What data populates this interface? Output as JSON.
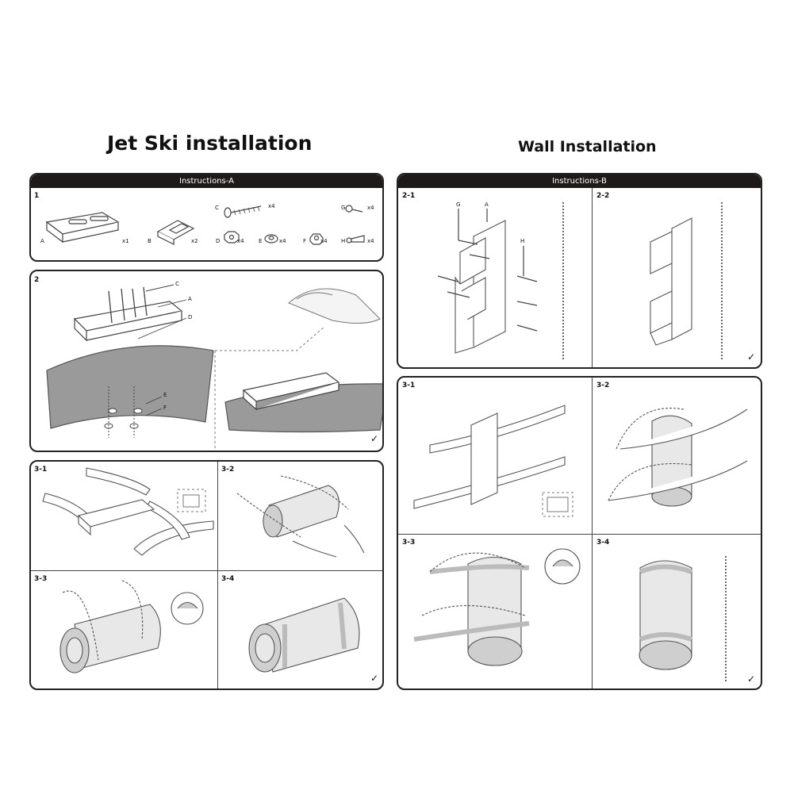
{
  "titles": {
    "left": "Jet Ski installation",
    "right": "Wall Installation"
  },
  "instructions_a": {
    "header": "Instructions-A",
    "step1": {
      "number": "1",
      "parts": [
        {
          "letter": "A",
          "qty": "x1"
        },
        {
          "letter": "B",
          "qty": "x2"
        },
        {
          "letter": "C",
          "qty": "x4"
        },
        {
          "letter": "D",
          "qty": "x4"
        },
        {
          "letter": "E",
          "qty": "x4"
        },
        {
          "letter": "F",
          "qty": "x4"
        },
        {
          "letter": "G",
          "qty": "x4"
        },
        {
          "letter": "H",
          "qty": "x4"
        }
      ]
    },
    "step2": {
      "number": "2",
      "callouts": [
        "C",
        "A",
        "D",
        "E",
        "F"
      ],
      "done": "✓"
    },
    "step3": {
      "s1": "3-1",
      "s2": "3-2",
      "s3": "3-3",
      "s4": "3-4",
      "done": "✓"
    }
  },
  "instructions_b": {
    "header": "Instructions-B",
    "step2": {
      "s1": "2-1",
      "s2": "2-2",
      "callouts": [
        "G",
        "A",
        "H"
      ],
      "done": "✓"
    },
    "step3": {
      "s1": "3-1",
      "s2": "3-2",
      "s3": "3-3",
      "s4": "3-4",
      "done": "✓"
    }
  }
}
